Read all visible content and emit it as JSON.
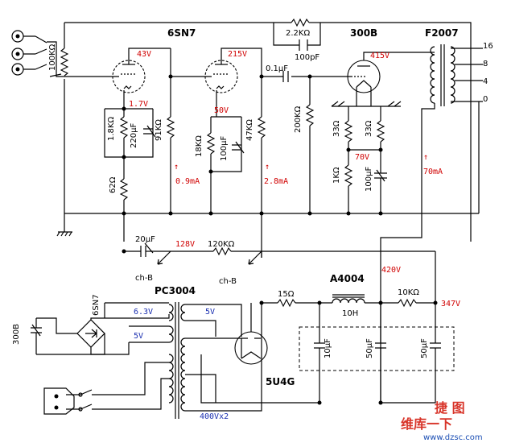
{
  "tubes": {
    "v1": "6SN7",
    "output": "300B",
    "rect": "5U4G",
    "supply_label": "6SN7"
  },
  "transformers": {
    "output": "F2007",
    "power": "PC3004",
    "choke": "A4004",
    "choke_value": "10H",
    "taps": [
      "16",
      "8",
      "4",
      "0"
    ],
    "w_5v_a": "5V",
    "w_6v3": "6.3V",
    "w_5v_b": "5V",
    "w_400": "400Vx2"
  },
  "components": {
    "pot": "100KΩ",
    "r_fb": "2.2KΩ",
    "c_fb": "100pF",
    "c_coup": "0.1μF",
    "r_grid": "200KΩ",
    "r1k8": "1.8KΩ",
    "c220": "220μF",
    "r91k": "91KΩ",
    "r18k": "18KΩ",
    "c100a": "100μF",
    "r47k": "47KΩ",
    "r62": "62Ω",
    "r33a": "33Ω",
    "r33b": "33Ω",
    "r1k": "1KΩ",
    "c100b": "100μF",
    "c20": "20μF",
    "r120k": "120KΩ",
    "chb_a": "ch-B",
    "chb_b": "ch-B",
    "r15": "15Ω",
    "r10k": "10KΩ",
    "c10": "10μF",
    "c50a": "50μF",
    "c50b": "50μF",
    "heater_out": "300B"
  },
  "voltages": {
    "v43": "43V",
    "v1_7": "1.7V",
    "v215": "215V",
    "v50": "50V",
    "v415": "415V",
    "v70": "70V",
    "v128": "128V",
    "v420": "420V",
    "v347": "347V",
    "i09": "0.9mA",
    "i28": "2.8mA",
    "i70": "70mA",
    "arrow": "↑"
  },
  "watermark": {
    "top": "捷 图",
    "bottom": "维库一下",
    "url": "www.dzsc.com"
  }
}
